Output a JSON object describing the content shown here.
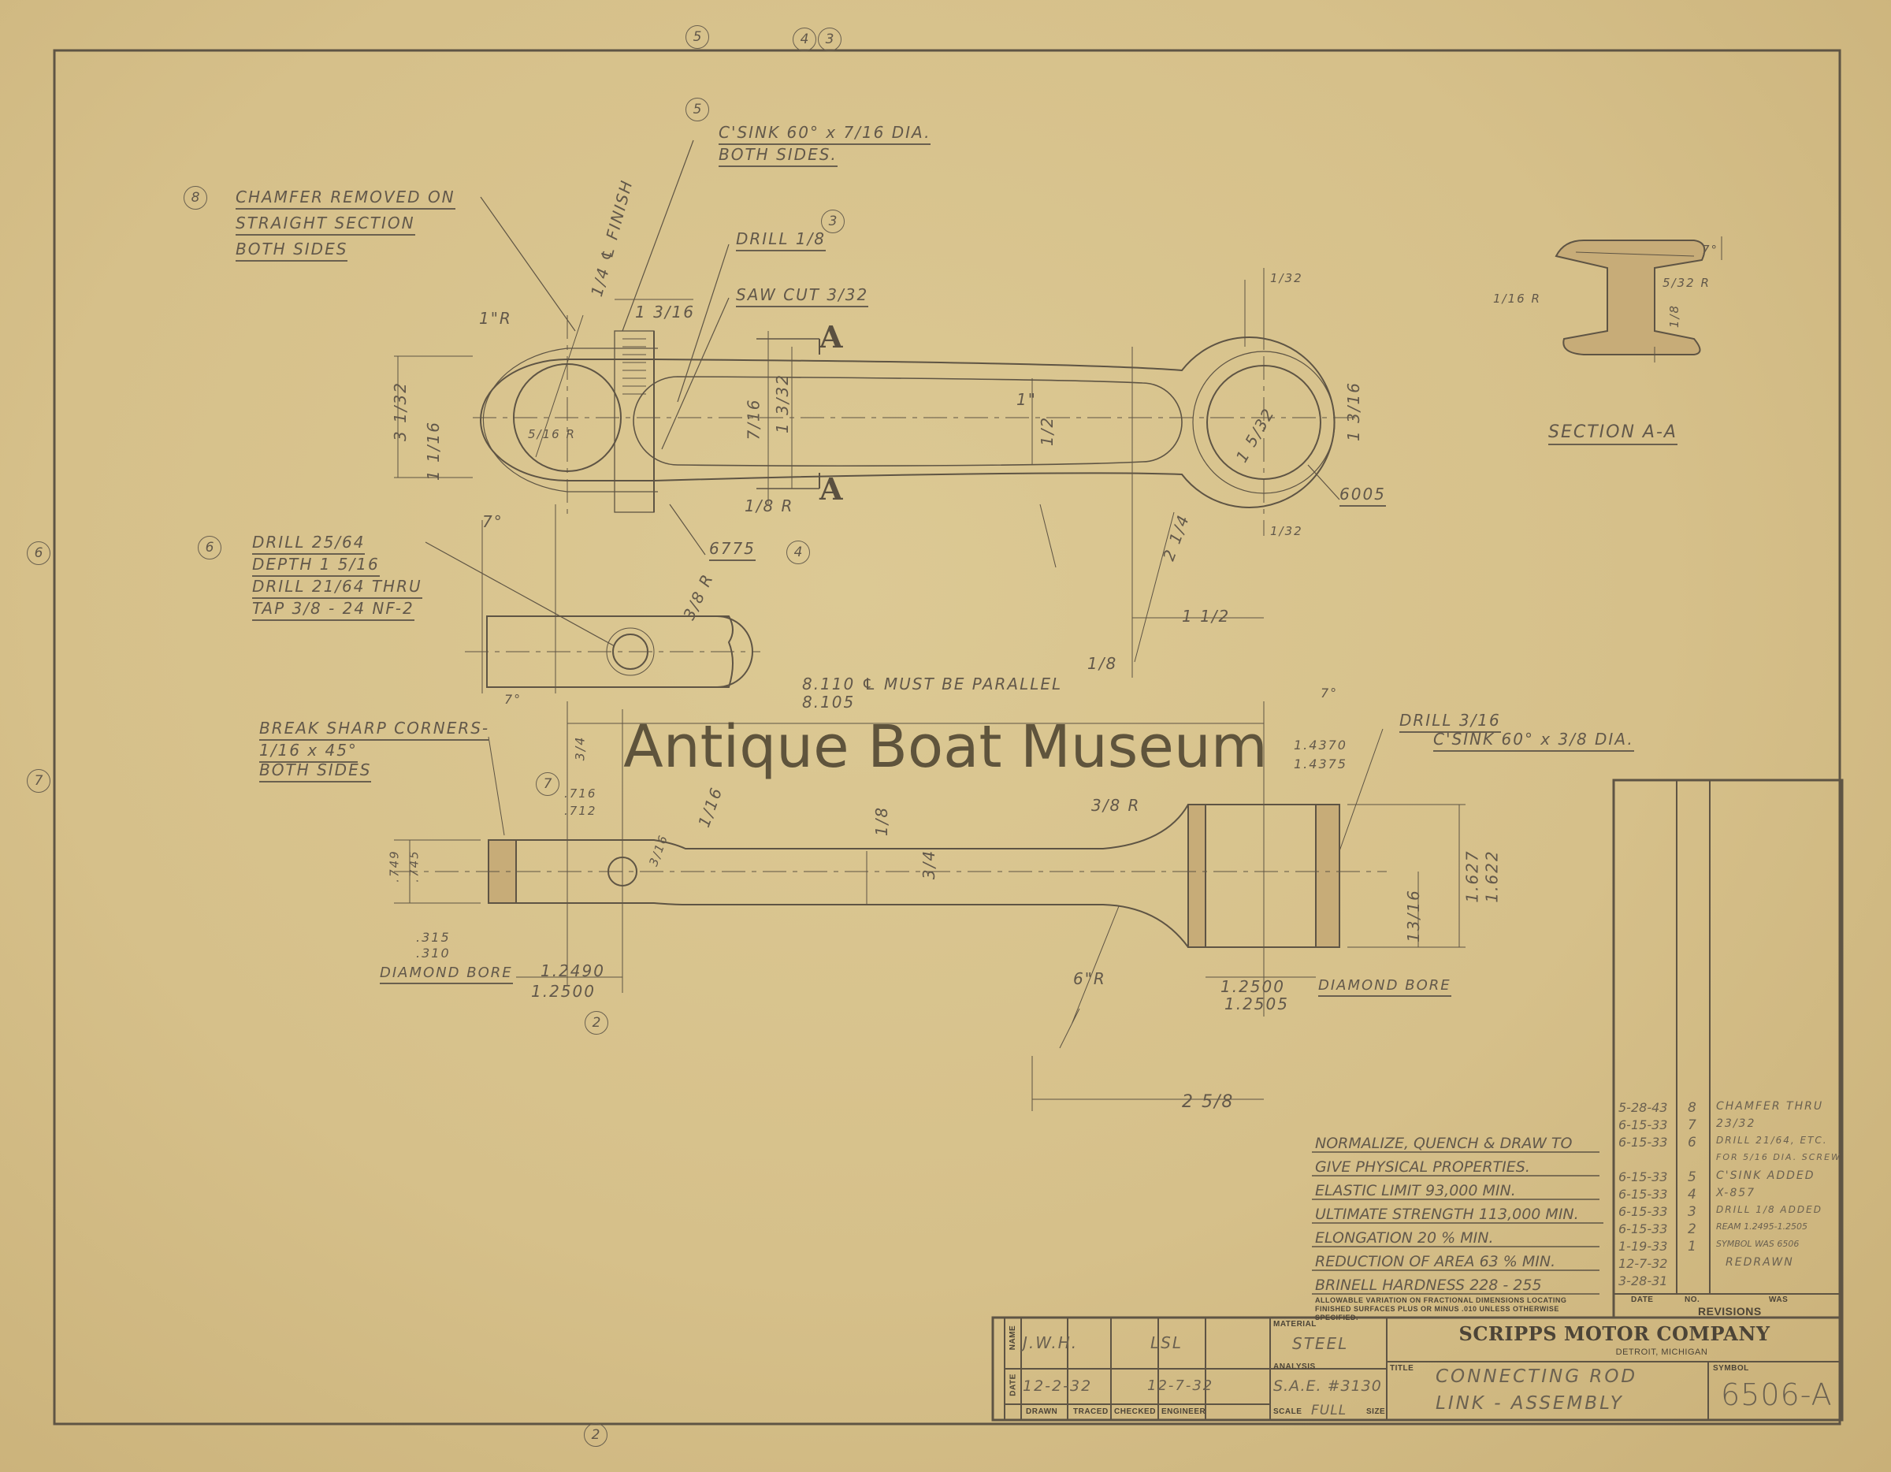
{
  "watermark": "Antique Boat Museum",
  "margin_markers": {
    "top_a": "5",
    "top_b": "4",
    "top_c": "3",
    "left_a": "6",
    "left_b": "7",
    "bottom": "2"
  },
  "top_view": {
    "note8": {
      "marker": "8",
      "lines": [
        "CHAMFER REMOVED ON",
        "STRAIGHT SECTION",
        "BOTH SIDES"
      ]
    },
    "note5": {
      "marker": "5",
      "lines": [
        "C'SINK 60° x 7/16 DIA.",
        "BOTH SIDES."
      ]
    },
    "note3": {
      "marker": "3",
      "text": "DRILL 1/8"
    },
    "saw_cut": "SAW CUT 3/32",
    "finish": "1/4 ℄ FINISH",
    "dim_1_3_16": "1 3/16",
    "radius_1": "1\"R",
    "radius_5_16": "5/16 R",
    "dim_3_1_32": "3 1/32",
    "dim_1_1_16": "1 1/16",
    "dim_7_16": "7/16",
    "dim_1_3_32": "1 3/32",
    "dim_1": "1\"",
    "dim_1_2": "1/2",
    "dim_13_16": "1 3/16",
    "dim_1_5_32": "1 5/32",
    "radius_1_8": "1/8 R",
    "section_a": "A",
    "section_a2": "A",
    "part_6005": "6005",
    "part_6775": "6775",
    "note4_marker": "4",
    "dim_1_32_top": "1/32",
    "dim_1_32_bottom": "1/32",
    "dim_2_1_4": "2 1/4",
    "dim_1_1_2": "1 1/2",
    "dim_1_8": "1/8",
    "dim_7deg": "7°"
  },
  "section_view": {
    "title": "SECTION A-A",
    "r1": "1/16 R",
    "r2": "5/32 R",
    "d1": "1/8",
    "d2": "7°"
  },
  "drill_note": {
    "marker": "6",
    "lines": [
      "DRILL 25/64",
      "DEPTH 1 5/16",
      "DRILL 21/64 THRU",
      "TAP 3/8 - 24 NF-2"
    ],
    "radius": "3/8 R",
    "angle": "7°"
  },
  "side_view": {
    "parallel": [
      "8.110  ℄ MUST BE PARALLEL",
      "8.105"
    ],
    "break_note": [
      "BREAK SHARP CORNERS-",
      "1/16 x 45°",
      "BOTH SIDES"
    ],
    "drill_csink": [
      "DRILL 3/16",
      "C'SINK 60° x 3/8 DIA."
    ],
    "marker7": "7",
    "dim_716": [
      ".716",
      ".712"
    ],
    "dim_3_4": "3/4",
    "dim_3_16": "3/16",
    "dim_1_16": "1/16",
    "dim_1_8": "1/8",
    "dim_3_4b": "3/4",
    "radius_3_8": "3/8 R",
    "dim_14370": [
      "1.4370",
      "1.4375"
    ],
    "dim_7deg": "7°",
    "dim_749": [
      ".749",
      ".745"
    ],
    "dim_315": [
      ".315",
      ".310"
    ],
    "diamond_left": "DIAMOND BORE",
    "dim_12490": [
      "1.2490",
      "1.2500"
    ],
    "marker2": "2",
    "dim_1627": [
      "1.627",
      "1.622"
    ],
    "dim_13_16": "13/16",
    "dim_12500": [
      "1.2500",
      "1.2505"
    ],
    "diamond_right": "DIAMOND BORE",
    "radius_6": "6\"R",
    "dim_2_5_8": "2 5/8"
  },
  "material_notes": {
    "lines": [
      "NORMALIZE, QUENCH & DRAW TO",
      "GIVE PHYSICAL PROPERTIES.",
      "ELASTIC LIMIT 93,000 MIN.",
      "ULTIMATE STRENGTH 113,000 MIN.",
      "ELONGATION 20 % MIN.",
      "REDUCTION OF AREA 63 % MIN.",
      "BRINELL HARDNESS 228 - 255"
    ],
    "tolerance": "ALLOWABLE VARIATION ON FRACTIONAL DIMENSIONS LOCATING FINISHED SURFACES PLUS OR MINUS .010 UNLESS OTHERWISE SPECIFIED."
  },
  "revisions": {
    "title": "REVISIONS",
    "headers": [
      "DATE",
      "NO.",
      "WAS"
    ],
    "rows": [
      {
        "date": "5-28-43",
        "no": "8",
        "was": "CHAMFER THRU"
      },
      {
        "date": "6-15-33",
        "no": "7",
        "was": "23/32"
      },
      {
        "date": "6-15-33",
        "no": "6",
        "was": "DRILL 21/64, ETC."
      },
      {
        "date": "",
        "no": "",
        "was": "FOR 5/16 DIA. SCREW"
      },
      {
        "date": "6-15-33",
        "no": "5",
        "was": "C'SINK ADDED"
      },
      {
        "date": "6-15-33",
        "no": "4",
        "was": "X-857"
      },
      {
        "date": "6-15-33",
        "no": "3",
        "was": "DRILL 1/8 ADDED"
      },
      {
        "date": "6-15-33",
        "no": "2",
        "was": "REAM 1.2495-1.2505"
      },
      {
        "date": "1-19-33",
        "no": "1",
        "was": "SYMBOL WAS 6506"
      },
      {
        "date": "12-7-32",
        "no": "",
        "was": "REDRAWN"
      },
      {
        "date": "3-28-31",
        "no": "",
        "was": ""
      }
    ]
  },
  "title_block": {
    "name_label": "NAME",
    "date_label": "DATE",
    "drawn_name": "J.W.H.",
    "checked_name": "LSL",
    "drawn_date": "12-2-32",
    "checked_date": "12-7-32",
    "col_drawn": "DRAWN",
    "col_traced": "TRACED",
    "col_checked": "CHECKED",
    "col_engineer": "ENGINEER",
    "material_label": "MATERIAL",
    "material": "STEEL",
    "analysis_label": "ANALYSIS",
    "analysis": "S.A.E. #3130",
    "scale_label": "SCALE",
    "scale": "FULL",
    "size_label": "SIZE",
    "company": "SCRIPPS MOTOR COMPANY",
    "location": "DETROIT, MICHIGAN",
    "title_label": "TITLE",
    "title_lines": [
      "CONNECTING ROD",
      "LINK - ASSEMBLY"
    ],
    "symbol_label": "SYMBOL",
    "symbol": "6506-A"
  }
}
